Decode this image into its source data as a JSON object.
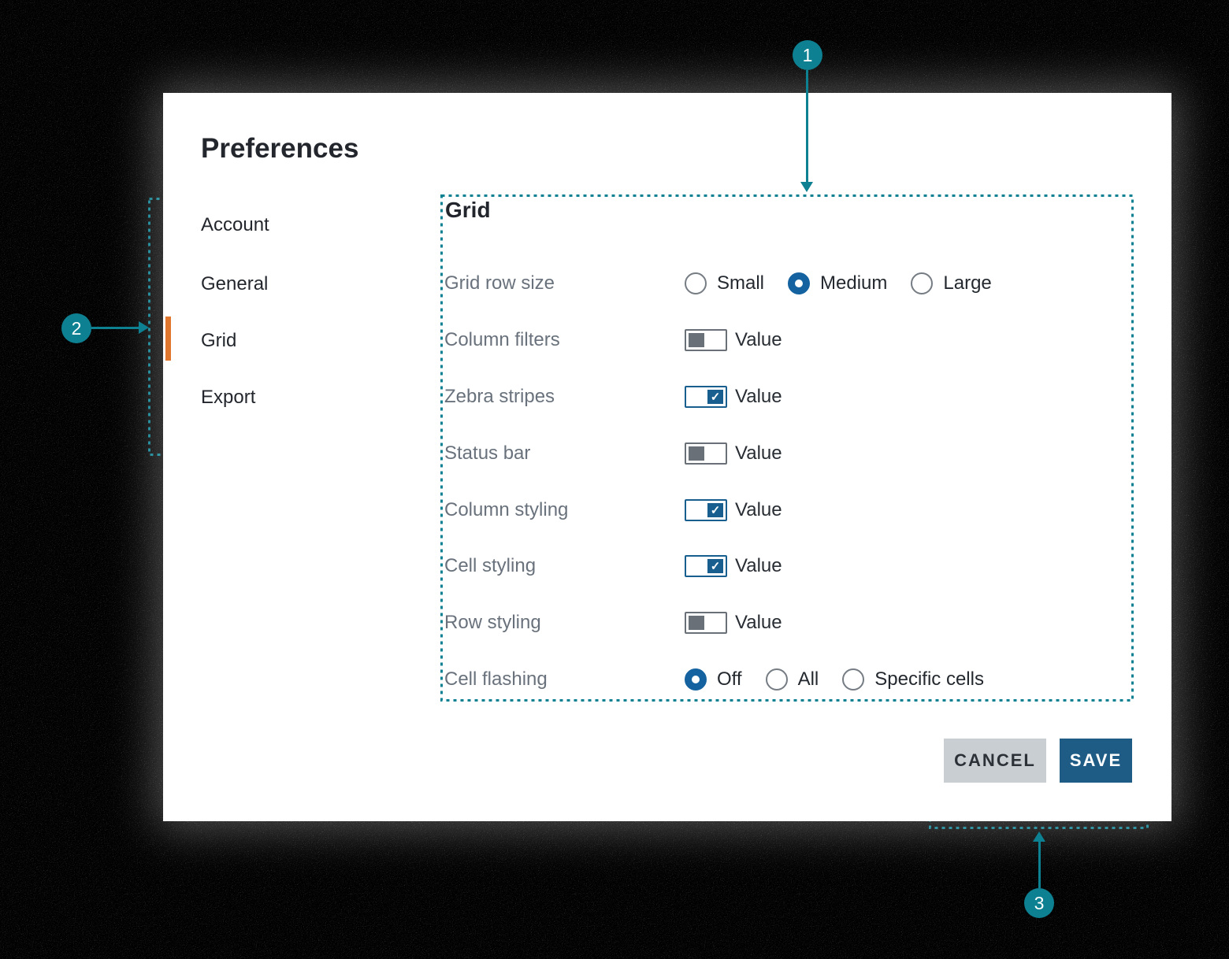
{
  "page": {
    "title": "Preferences"
  },
  "sidebar": {
    "items": [
      {
        "label": "Account",
        "active": false
      },
      {
        "label": "General",
        "active": false
      },
      {
        "label": "Grid",
        "active": true
      },
      {
        "label": "Export",
        "active": false
      }
    ]
  },
  "content": {
    "title": "Grid",
    "rows": [
      {
        "label": "Grid row size",
        "type": "radio-group",
        "options": [
          {
            "label": "Small",
            "selected": false
          },
          {
            "label": "Medium",
            "selected": true
          },
          {
            "label": "Large",
            "selected": false
          }
        ]
      },
      {
        "label": "Column filters",
        "type": "toggle",
        "on": false,
        "value_label": "Value"
      },
      {
        "label": "Zebra stripes",
        "type": "toggle",
        "on": true,
        "value_label": "Value"
      },
      {
        "label": "Status bar",
        "type": "toggle",
        "on": false,
        "value_label": "Value"
      },
      {
        "label": "Column styling",
        "type": "toggle",
        "on": true,
        "value_label": "Value"
      },
      {
        "label": "Cell styling",
        "type": "toggle",
        "on": true,
        "value_label": "Value"
      },
      {
        "label": "Row styling",
        "type": "toggle",
        "on": false,
        "value_label": "Value"
      },
      {
        "label": "Cell flashing",
        "type": "radio-group",
        "options": [
          {
            "label": "Off",
            "selected": true
          },
          {
            "label": "All",
            "selected": false
          },
          {
            "label": "Specific cells",
            "selected": false
          }
        ]
      }
    ]
  },
  "footer": {
    "cancel_label": "CANCEL",
    "save_label": "SAVE"
  },
  "annotations": {
    "markers": [
      "1",
      "2",
      "3"
    ]
  },
  "icons": {
    "check_glyph": "✓"
  },
  "colors": {
    "annotation_teal": "#0d8091",
    "active_indicator_orange": "#e1762f",
    "radio_selected_blue": "#1463a0",
    "toggle_on_blue": "#185f90",
    "save_button_blue": "#1e5c85",
    "cancel_button_gray": "#c9ced3"
  }
}
